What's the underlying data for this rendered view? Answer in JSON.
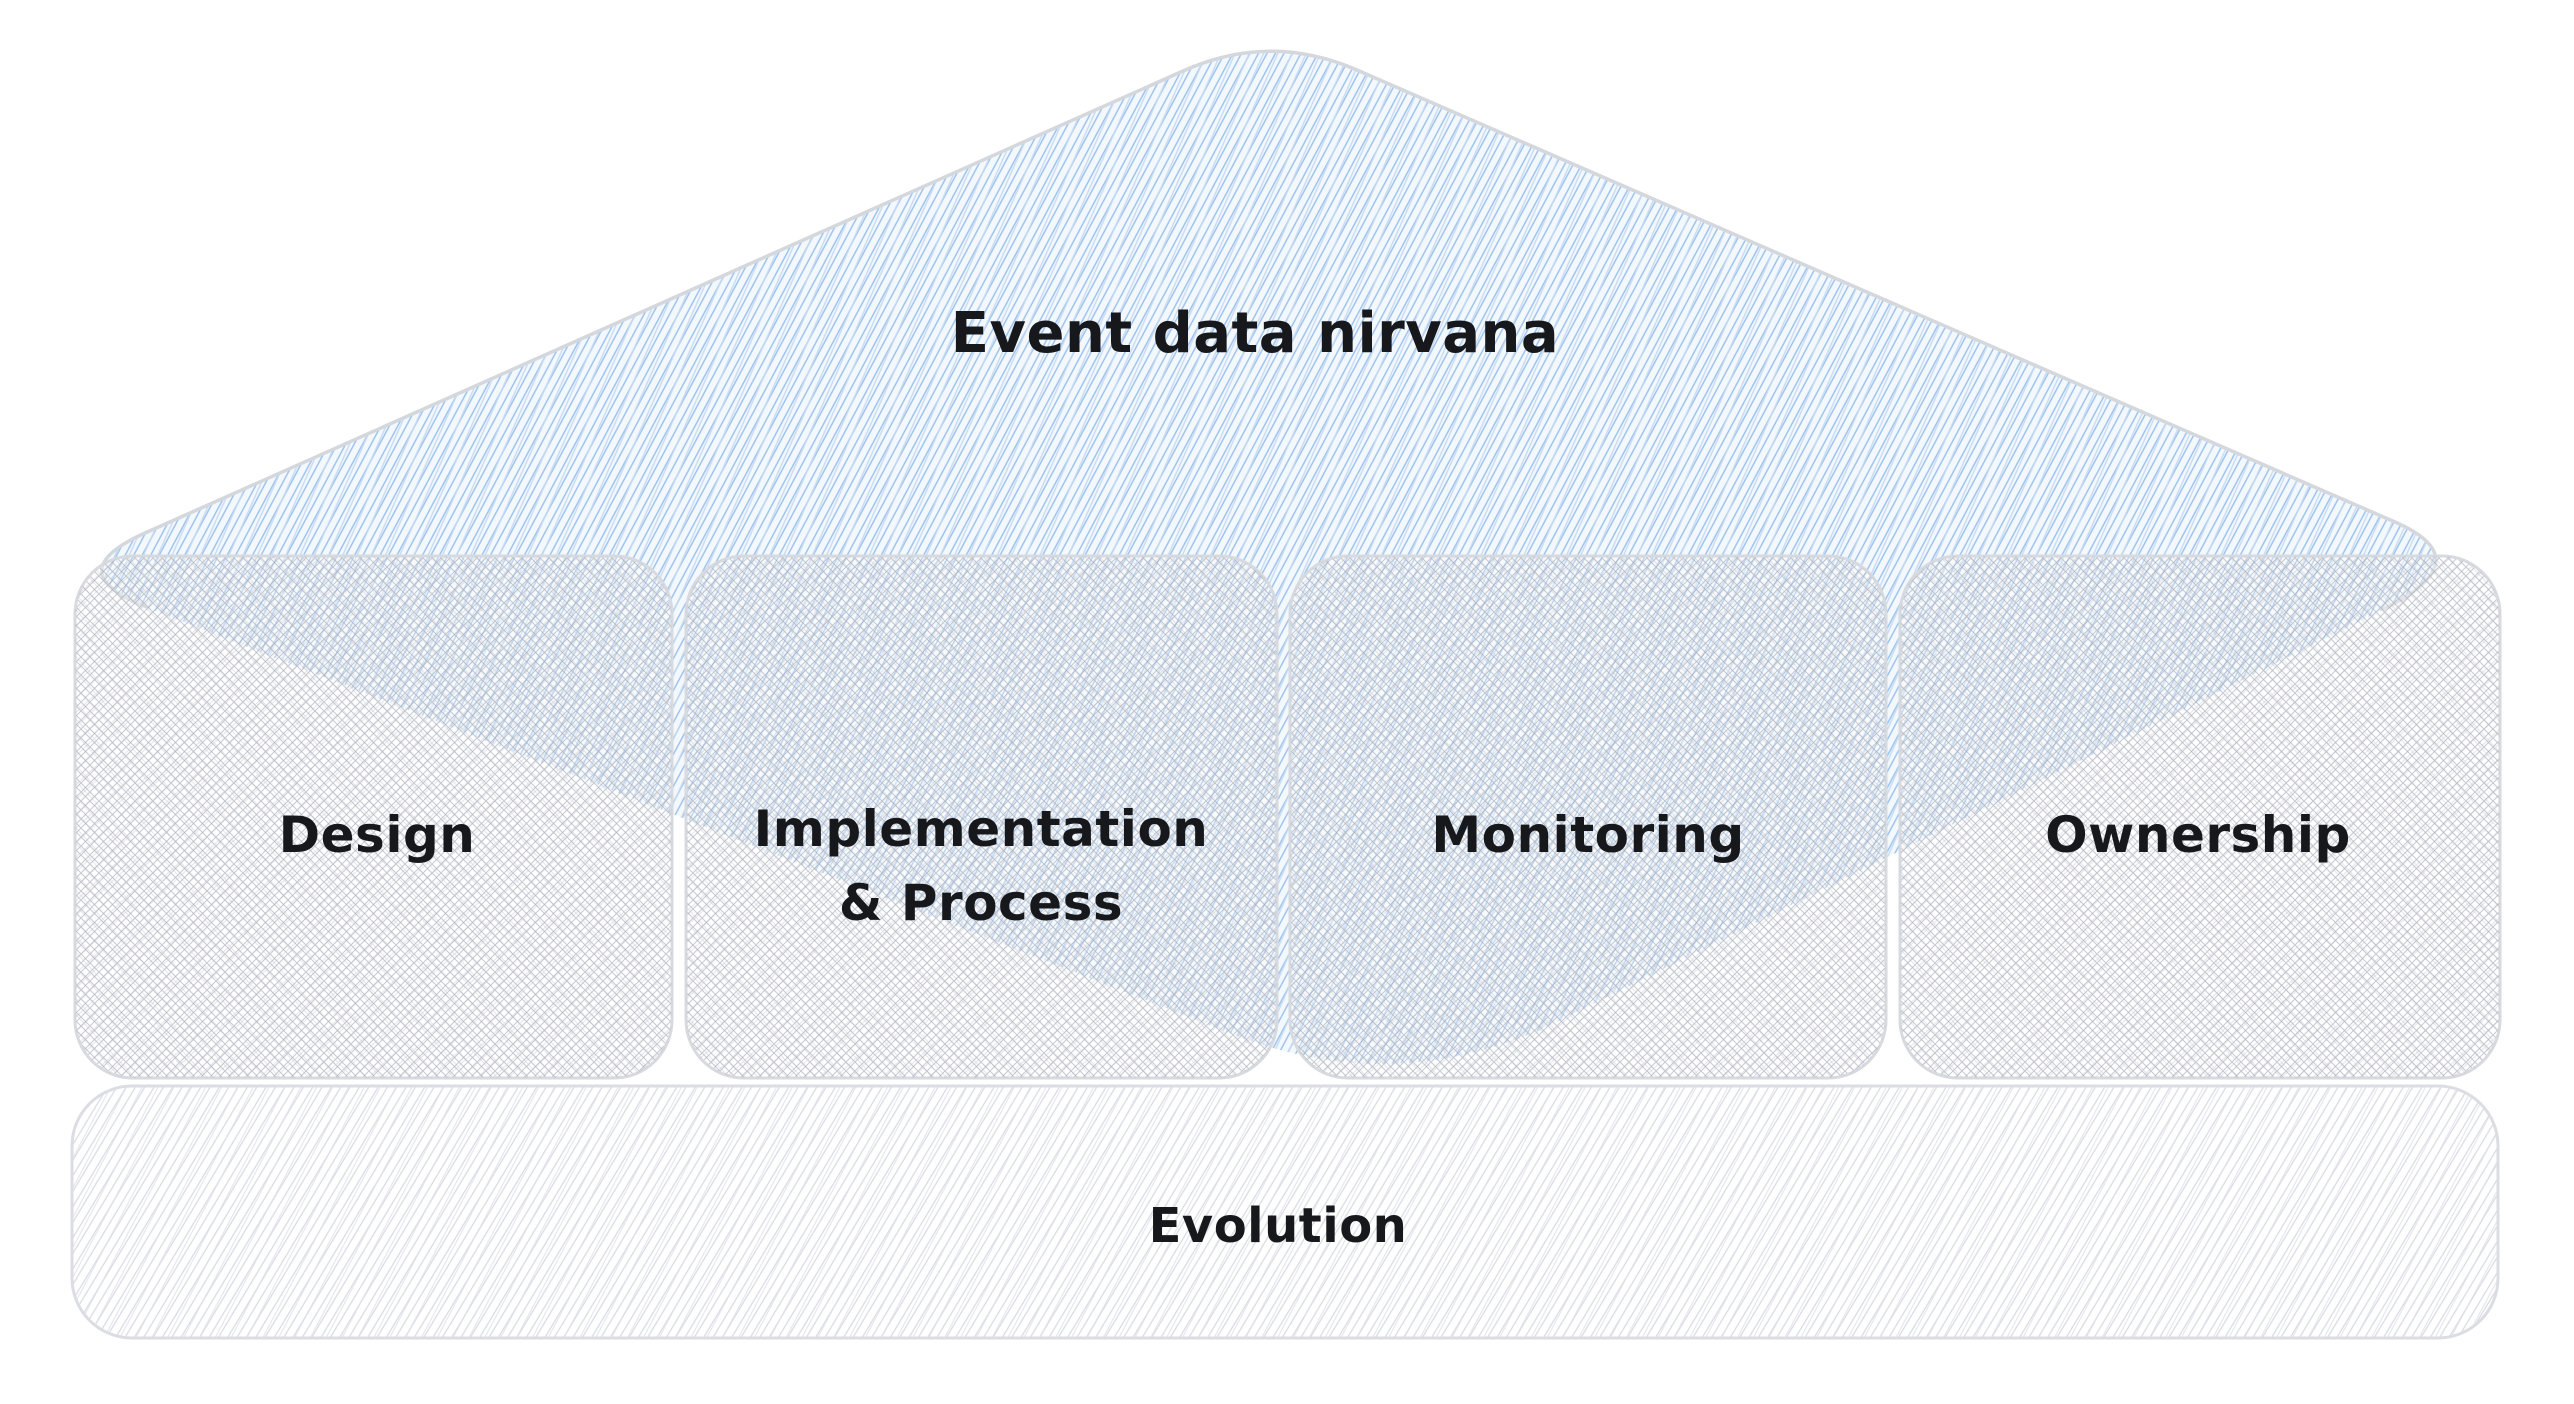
{
  "diagram": {
    "type": "pyramid-house",
    "roof": {
      "label": "Event data nirvana"
    },
    "pillars": [
      {
        "label": "Design"
      },
      {
        "label_lines": [
          "Implementation",
          "& Process"
        ]
      },
      {
        "label": "Monitoring"
      },
      {
        "label": "Ownership"
      }
    ],
    "foundation": {
      "label": "Evolution"
    },
    "colors": {
      "background": "#ffffff",
      "roof_hatch_blue": "#9fc3ed",
      "roof_hatch_faint": "#c6daf1",
      "roof_tint": "#f3f8fd",
      "pillar_hatch_gray": "#a6abb6",
      "foundation_hatch_gray": "#ced2dc",
      "shape_outline": "#d6d9de",
      "text": "#17181b"
    }
  }
}
